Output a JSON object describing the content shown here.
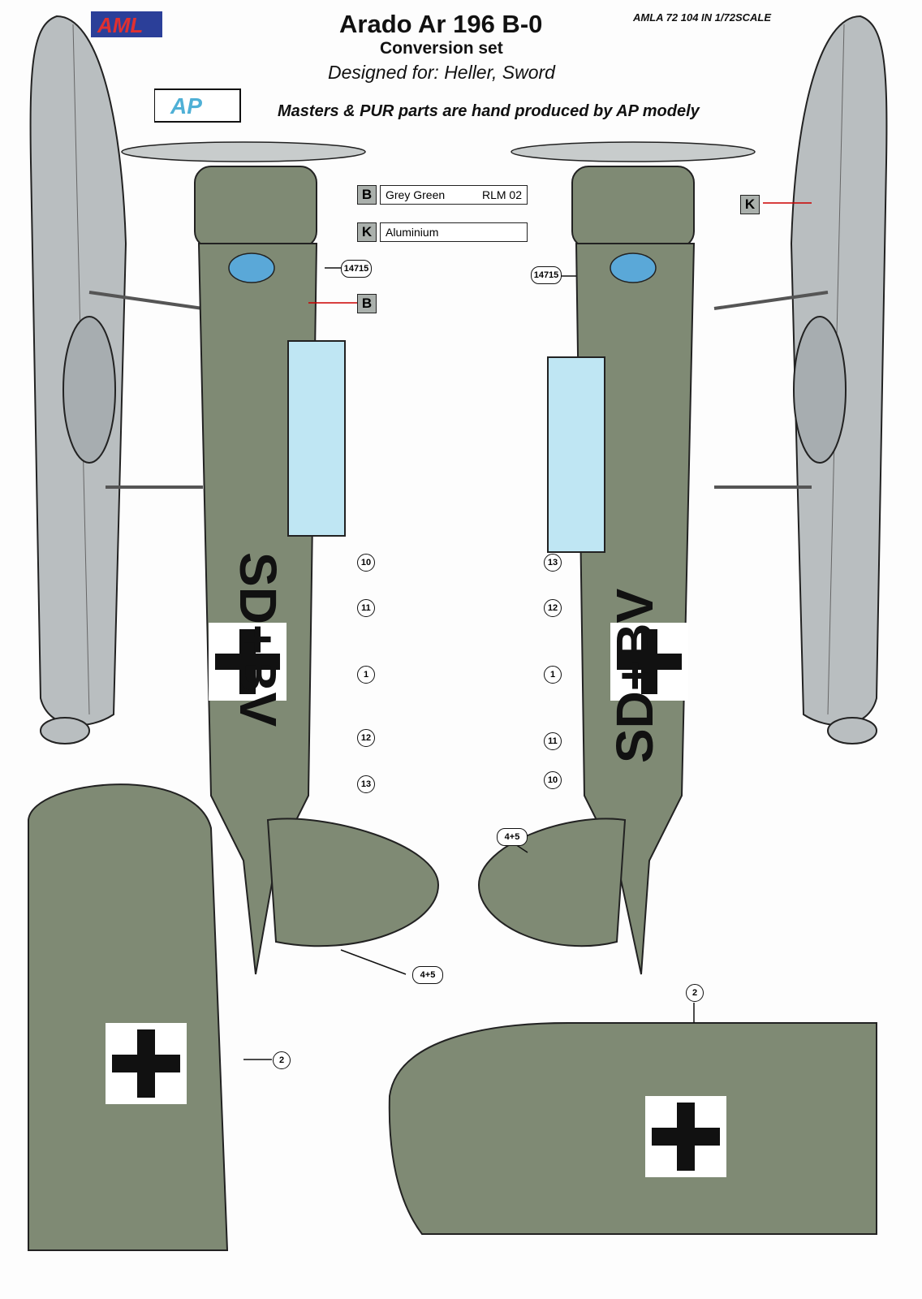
{
  "header": {
    "title": "Arado Ar 196 B-0",
    "subtitle": "Conversion set",
    "designed_for": "Designed for:  Heller, Sword",
    "masters_note": "Masters & PUR parts are hand produced by AP modely",
    "scale_note": "AMLA 72 104 IN 1/72SCALE"
  },
  "logos": {
    "aml": "AML",
    "ap": "AP"
  },
  "legend": [
    {
      "letter": "B",
      "name": "Grey Green",
      "code": "RLM 02",
      "color": "#7f8a74"
    },
    {
      "letter": "K",
      "name": "Aluminium",
      "code": "",
      "color": "#b9bec0"
    }
  ],
  "markers": {
    "b_left": "B",
    "k_right": "K"
  },
  "callouts": {
    "left_top": "14715",
    "right_top": "14715",
    "left_side": [
      "10",
      "11",
      "1",
      "12",
      "13"
    ],
    "right_side": [
      "13",
      "12",
      "1",
      "11",
      "10"
    ],
    "left_tail": "4+5",
    "right_tail": "4+5",
    "left_wing": "2",
    "right_wing": "2"
  },
  "fuselage_codes": {
    "left": "SD+BV",
    "right": "SD+BV"
  },
  "colors": {
    "grey_green": "#7f8a74",
    "aluminium": "#b9bec0",
    "glass": "#bfe6f3",
    "blue_badge": "#5aa8d8"
  }
}
